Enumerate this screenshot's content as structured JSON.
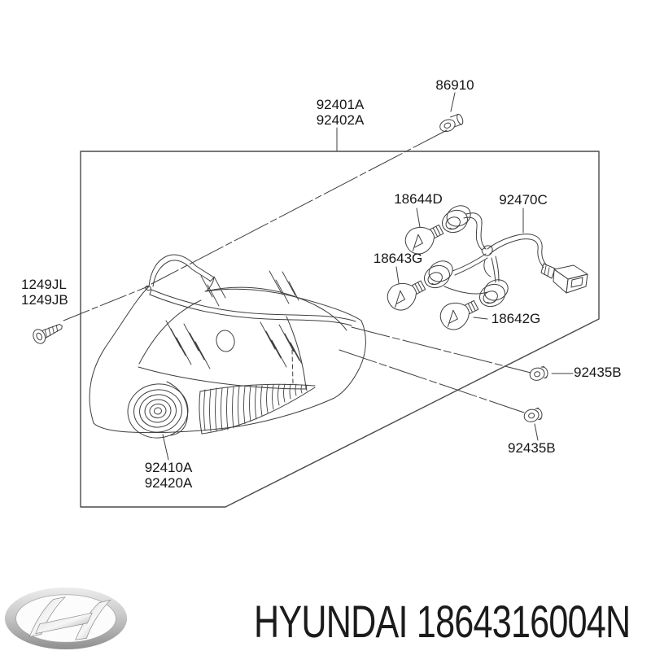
{
  "page": {
    "background": "#ffffff",
    "line_color": "#3f3f3f",
    "text_color": "#161616"
  },
  "diagram": {
    "labels": {
      "clip_nut": "86910",
      "lamp_assembly_1": "92401A",
      "lamp_assembly_2": "92402A",
      "screw_1": "1249JL",
      "screw_2": "1249JB",
      "bulb_holder": "18644D",
      "harness": "92470C",
      "bulb_dual": "18643G",
      "bulb_single": "18642G",
      "grommet_upper": "92435B",
      "grommet_lower": "92435B",
      "lamp_unit_1": "92410A",
      "lamp_unit_2": "92420A"
    }
  },
  "footer": {
    "brand": "HYUNDAI",
    "part_number": "1864316004N",
    "logo_icon": "hyundai-logo-icon"
  }
}
